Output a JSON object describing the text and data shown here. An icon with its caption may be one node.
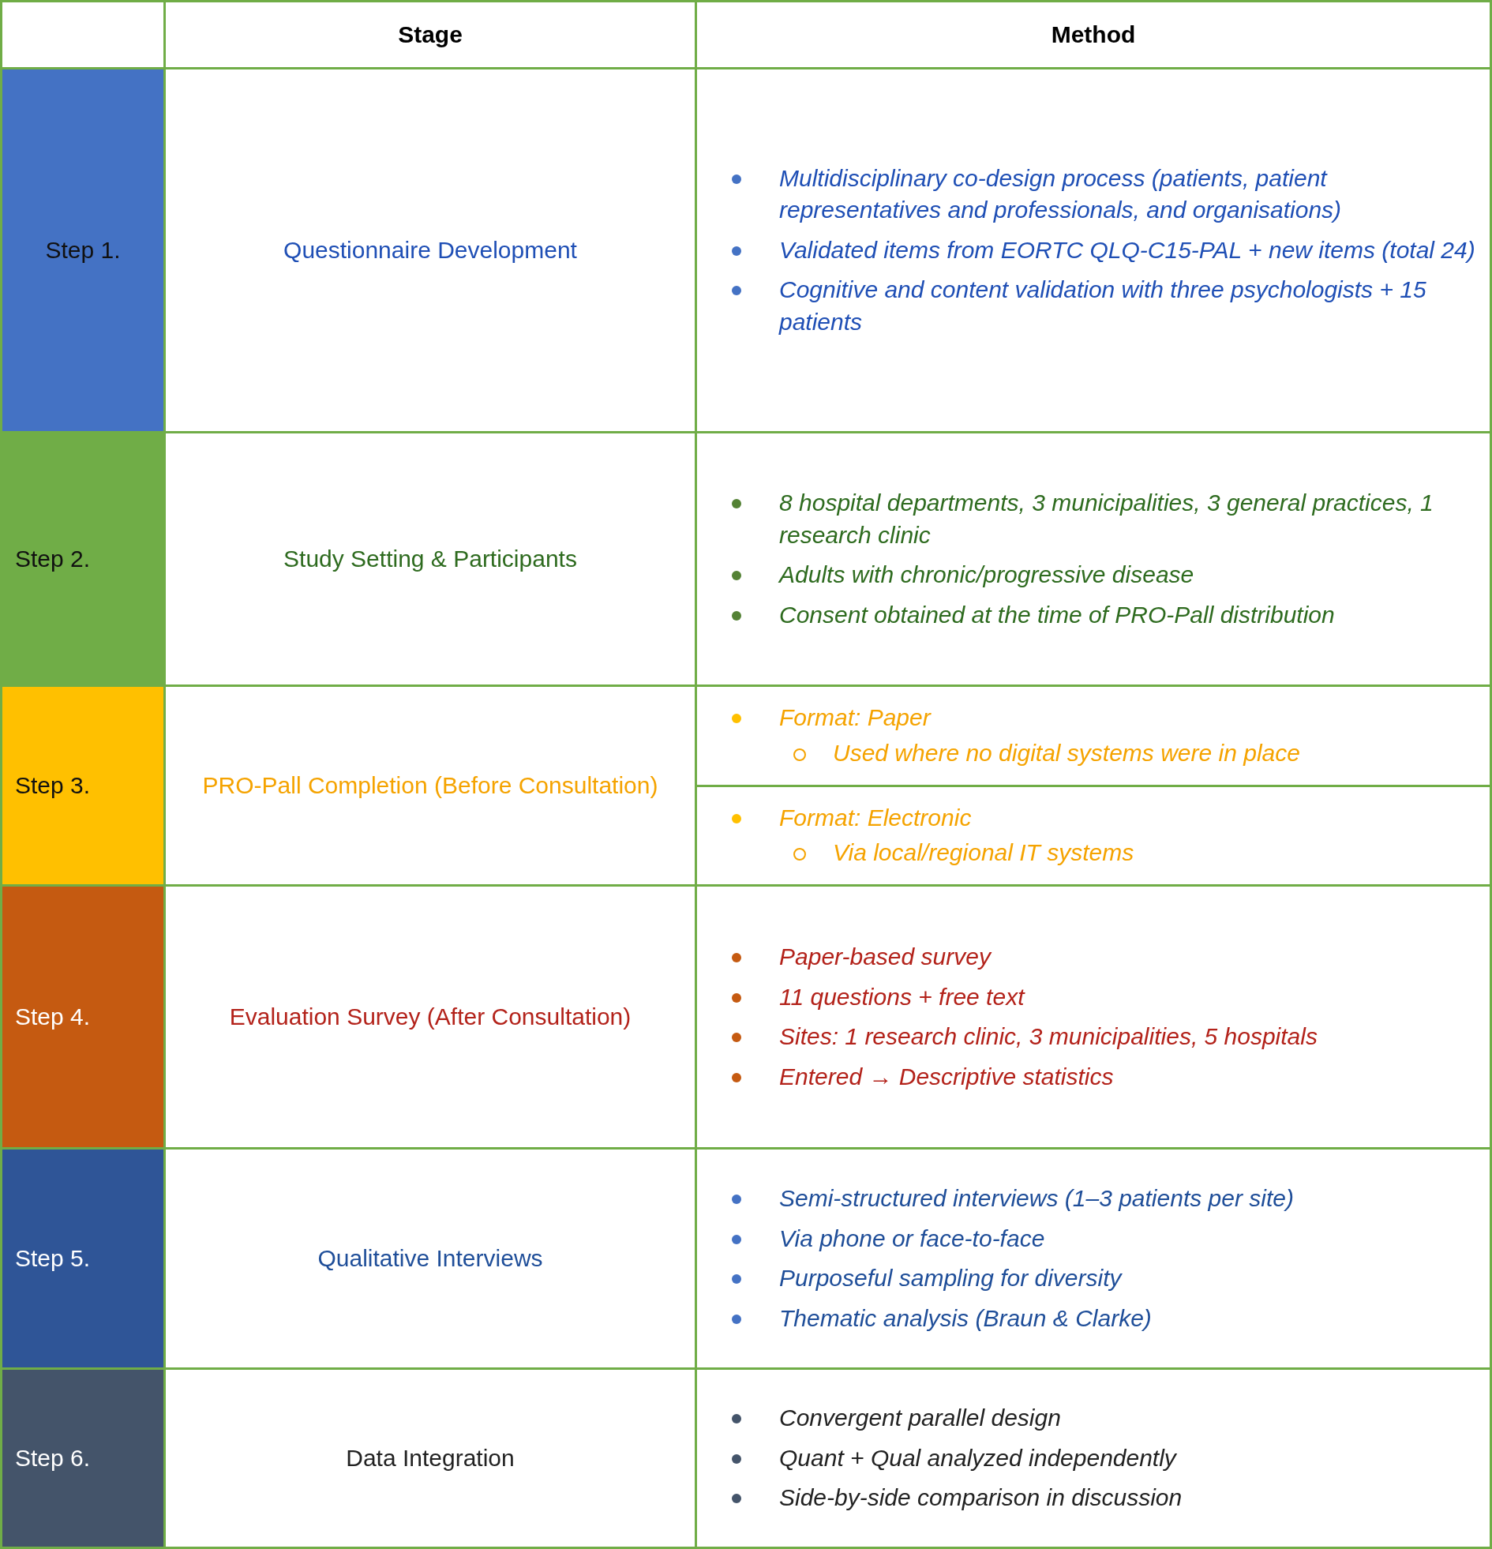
{
  "diagram": {
    "labels": [
      "Stage",
      "Method",
      "Step 1.",
      "Questionnaire Development",
      "Multidisciplinary co-design process (patients, patient representatives and professionals, and organisations)",
      "Validated items from EORTC QLQ-C15-PAL + new items (total 24)",
      "Cognitive and content validation with three psychologists + 15 patients",
      "Step 2.",
      "Study Setting & Participants",
      "8 hospital departments, 3 municipalities, 3 general practices, 1 research clinic",
      "Adults with chronic/progressive disease",
      "Consent obtained at the time of PRO-Pall distribution",
      "Step 3.",
      "PRO-Pall Completion (Before Consultation)",
      "Format: Paper",
      "Used where no digital systems were in place",
      "Format: Electronic",
      "Via local/regional IT systems",
      "Step 4.",
      "Evaluation Survey (After Consultation)",
      "Paper-based survey",
      "11 questions + free text",
      "Sites: 1 research clinic, 3 municipalities, 5 hospitals",
      "Entered → Descriptive statistics",
      "Step 5.",
      "Qualitative Interviews",
      "Semi-structured interviews (1–3 patients per site)",
      "Via phone or face-to-face",
      "Purposeful sampling for diversity",
      "Thematic analysis (Braun & Clarke)",
      "Step 6.",
      "Data Integration",
      "Convergent parallel design",
      "Quant + Qual analyzed independently",
      "Side-by-side comparison in discussion"
    ]
  }
}
